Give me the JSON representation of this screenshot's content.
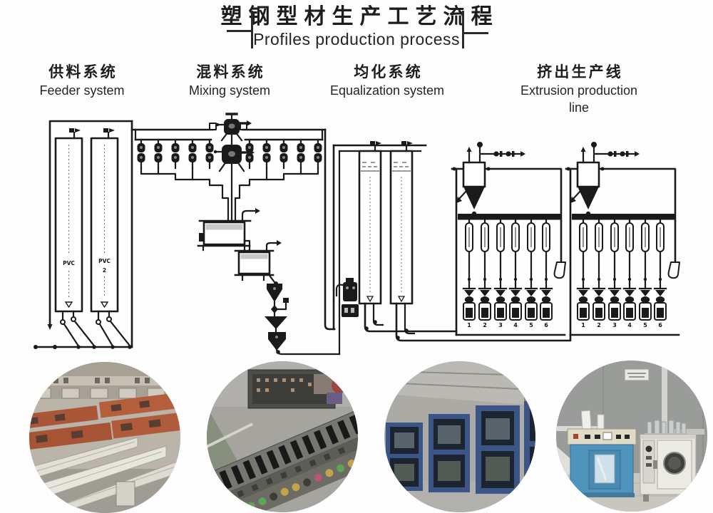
{
  "title": {
    "zh": "塑钢型材生产工艺流程",
    "en": "Profiles production process"
  },
  "sections": [
    {
      "zh": "供料系统",
      "en": "Feeder system"
    },
    {
      "zh": "混料系统",
      "en": "Mixing system"
    },
    {
      "zh": "均化系统",
      "en": "Equalization system"
    },
    {
      "zh": "挤出生产线",
      "en": "Extrusion production line"
    }
  ],
  "diagram": {
    "silo1_label": "PVC",
    "silo2_label": "PVC",
    "silo2_number": "2",
    "station_numbers": [
      "1",
      "2",
      "3",
      "4",
      "5",
      "6"
    ]
  },
  "colors": {
    "line": "#1a1a1a",
    "background": "#fefefe"
  }
}
